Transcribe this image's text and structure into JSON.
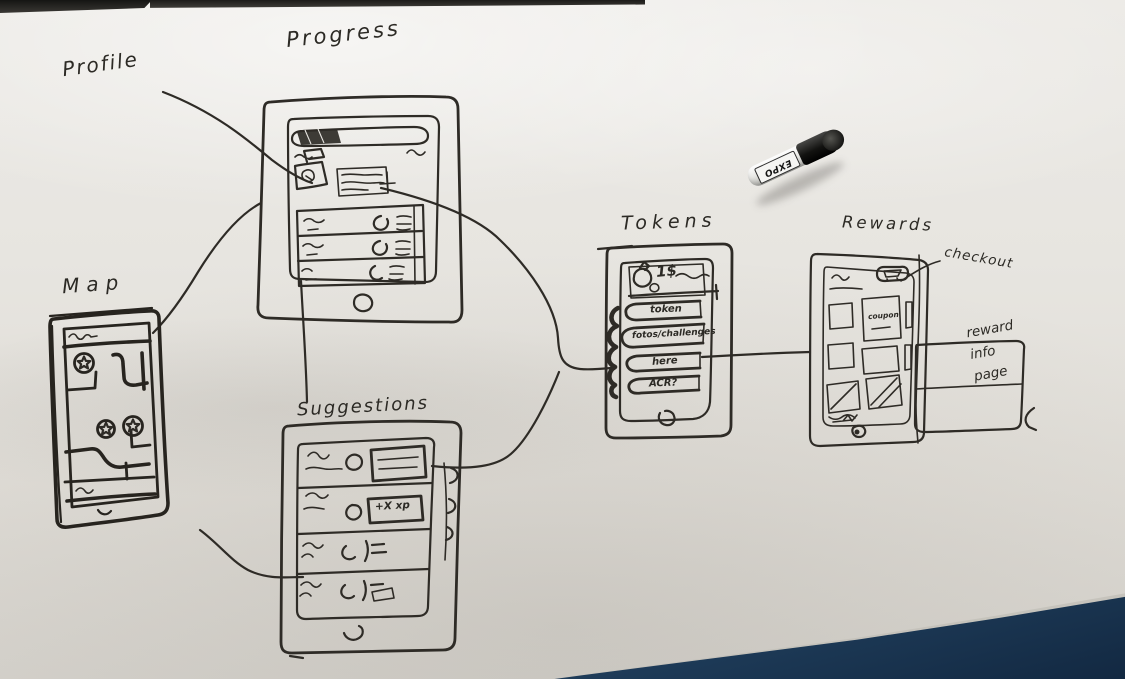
{
  "labels": {
    "profile": "Profile",
    "progress": "Progress",
    "map": "Map",
    "suggestions": "Suggestions",
    "tokens": "Tokens",
    "rewards": "Rewards",
    "checkout": "checkout",
    "reward_info": [
      "reward",
      "info",
      "page"
    ]
  },
  "screens": {
    "suggestions": {
      "xp_badge": "+X xp"
    },
    "tokens": {
      "balance": "1$",
      "items": [
        "token",
        "fotos/challenges",
        "here",
        "ACR?"
      ]
    },
    "rewards": {
      "coupon_label": "coupon"
    }
  },
  "marker": {
    "brand": "EXPO"
  },
  "colors": {
    "ink": "#2e2b26",
    "whiteboard": "#e7e4df",
    "table_corner": "#1d3a57",
    "marker_cap": "#141414"
  }
}
